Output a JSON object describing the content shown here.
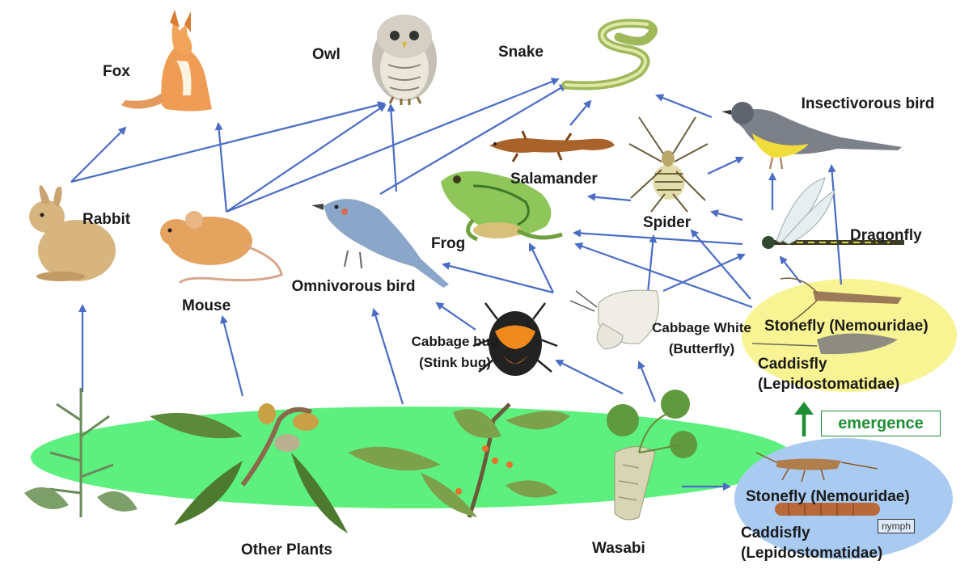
{
  "labels": {
    "fox": "Fox",
    "owl": "Owl",
    "snake": "Snake",
    "insectivorous_bird": "Insectivorous bird",
    "rabbit": "Rabbit",
    "mouse": "Mouse",
    "omnivorous_bird": "Omnivorous bird",
    "salamander": "Salamander",
    "frog": "Frog",
    "spider": "Spider",
    "dragonfly": "Dragonfly",
    "cabbage_bug": "Cabbage bug (Stink bug)",
    "cabbage_white": "Cabbage White (Butterfly)",
    "stonefly_adult": "Stonefly (Nemouridae)",
    "caddisfly_adult": "Caddisfly (Lepidostomatidae)",
    "emergence": "emergence",
    "stonefly_nymph": "Stonefly (Nemouridae)",
    "caddisfly_nymph": "Caddisfly (Lepidostomatidae)",
    "nymph": "nymph",
    "other_plants": "Other Plants",
    "wasabi": "Wasabi"
  },
  "colors": {
    "arrow": "#4a6cc4",
    "plant_zone": "#5ef07f",
    "adult_zone": "#f9f493",
    "nymph_zone": "#a9caf1",
    "emergence": "#1e8f34"
  },
  "icons": {
    "fox": "fox-illustration",
    "owl": "owl-illustration",
    "snake": "snake-illustration",
    "insectivorous_bird": "wagtail-illustration",
    "rabbit": "rabbit-illustration",
    "mouse": "mouse-illustration",
    "omnivorous_bird": "bird-illustration",
    "salamander": "salamander-illustration",
    "frog": "frog-illustration",
    "spider": "spider-illustration",
    "dragonfly": "dragonfly-illustration",
    "cabbage_bug": "stink-bug-illustration",
    "cabbage_white": "butterfly-illustration",
    "stonefly": "stonefly-illustration",
    "caddisfly": "caddisfly-illustration",
    "plants": "plant-illustrations",
    "wasabi": "wasabi-illustration"
  }
}
